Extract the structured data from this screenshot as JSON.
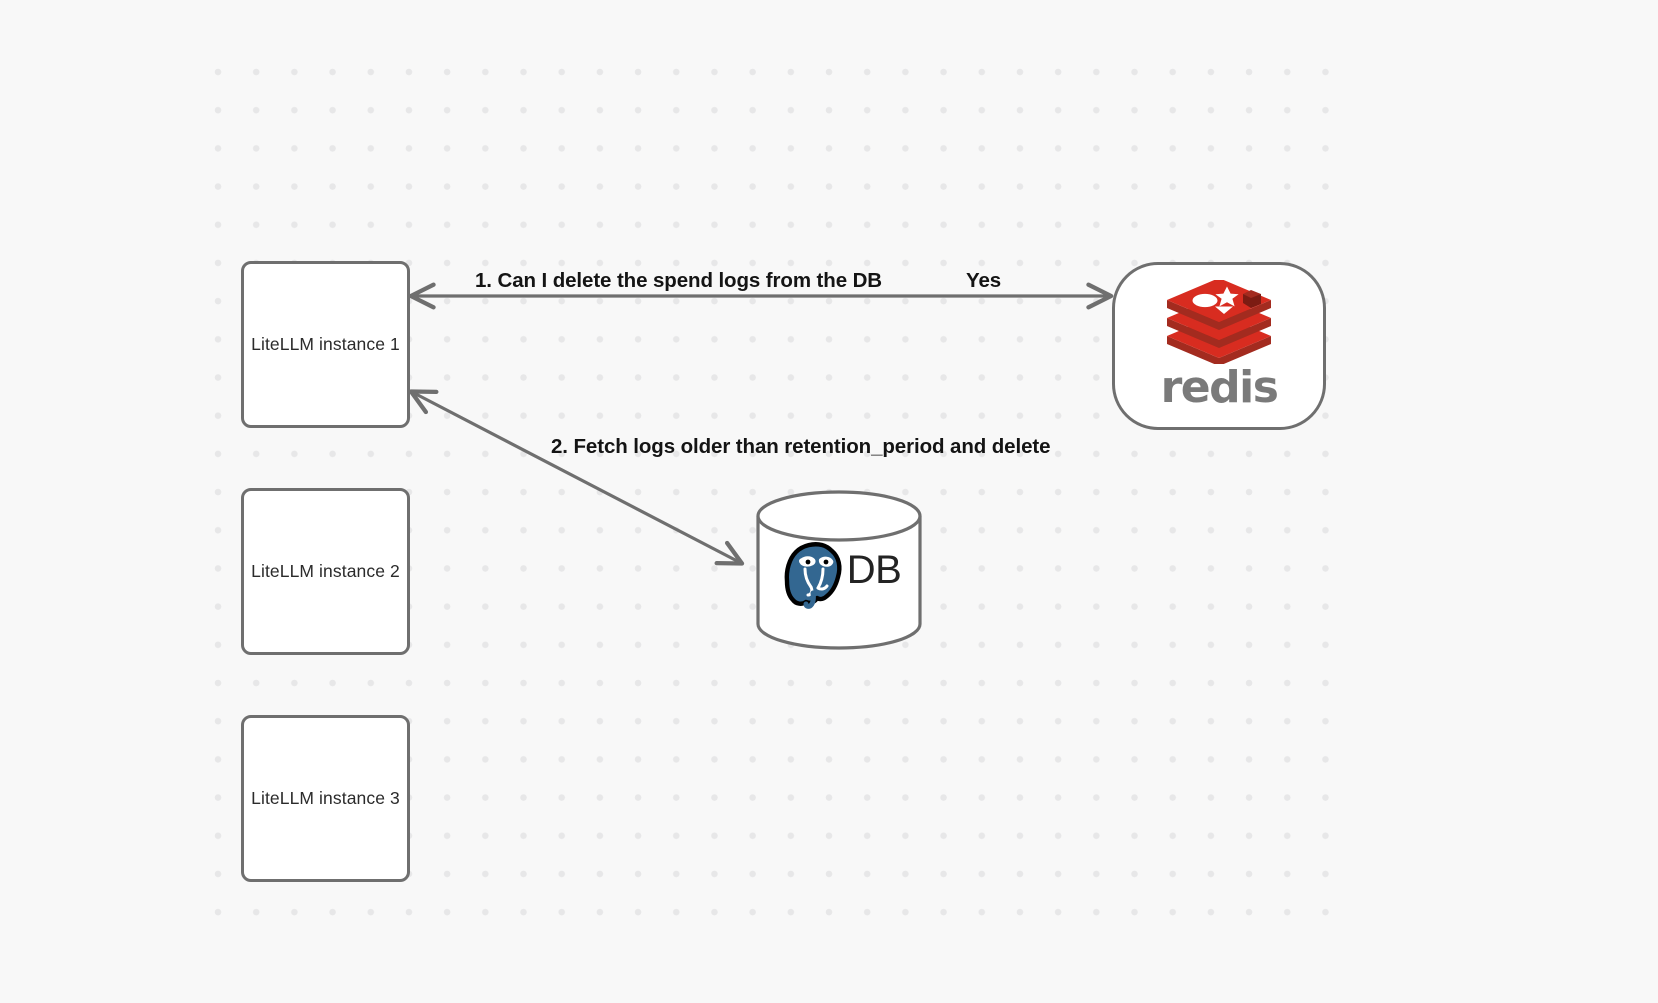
{
  "diagram": {
    "background_color": "#f8f8f8",
    "dot_color": "#e7e7e8",
    "stroke_color": "#6f6f6f",
    "nodes": [
      {
        "id": "litellm-1",
        "label": "LiteLLM instance 1",
        "shape": "rounded-rect"
      },
      {
        "id": "litellm-2",
        "label": "LiteLLM instance 2",
        "shape": "rounded-rect"
      },
      {
        "id": "litellm-3",
        "label": "LiteLLM instance 3",
        "shape": "rounded-rect"
      },
      {
        "id": "redis",
        "label": "redis",
        "shape": "stadium",
        "logo": "redis-logo-icon",
        "accent": "#d82c20"
      },
      {
        "id": "postgres-db",
        "label": "DB",
        "shape": "cylinder",
        "logo": "postgresql-elephant-icon",
        "accent": "#336791"
      }
    ],
    "edge_labels": {
      "step1": "1.  Can I delete the spend logs from the DB",
      "step1_reply": "Yes",
      "step2": "2.  Fetch logs older than retention_period and delete"
    }
  }
}
